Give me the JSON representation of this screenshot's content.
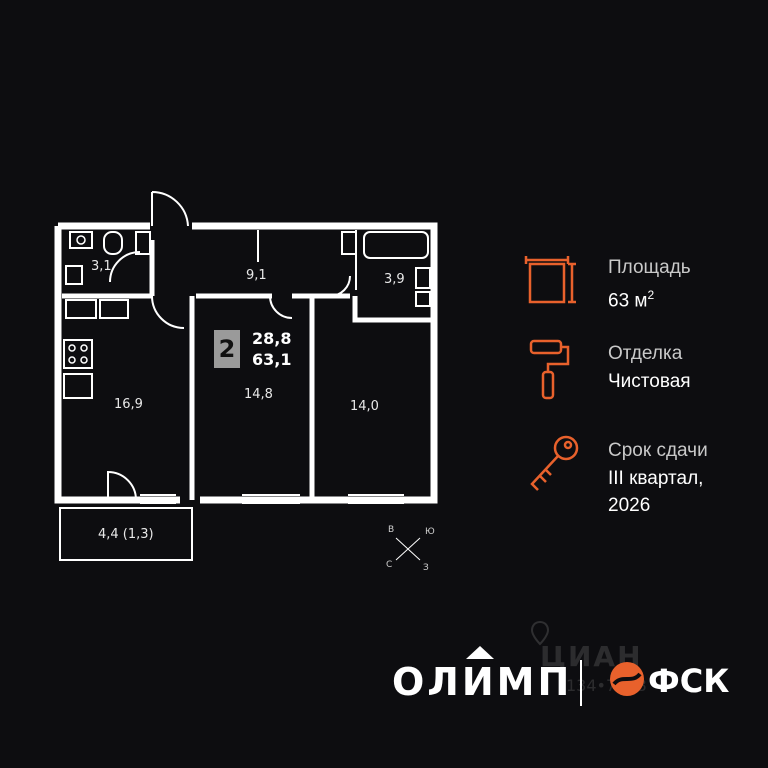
{
  "plan": {
    "rooms": [
      {
        "id": "bath-1",
        "area": "3,1"
      },
      {
        "id": "hall",
        "area": "9,1"
      },
      {
        "id": "bath-2",
        "area": "3,9"
      },
      {
        "id": "kitchen",
        "area": "16,9"
      },
      {
        "id": "bedroom-1",
        "area": "14,8"
      },
      {
        "id": "bedroom-2",
        "area": "14,0"
      },
      {
        "id": "balcony",
        "area": "4,4 (1,3)"
      }
    ],
    "badge": {
      "rooms": "2",
      "living_area": "28,8",
      "total_area": "63,1"
    },
    "compass": {
      "north": "В",
      "east": "Ю",
      "south": "З",
      "west": "С"
    }
  },
  "info": {
    "area": {
      "title": "Площадь",
      "value": "63 м",
      "unit_sup": "2",
      "icon": "area-frame-icon"
    },
    "finish": {
      "title": "Отделка",
      "value": "Чистовая",
      "icon": "paint-roller-icon"
    },
    "deadline": {
      "title": "Срок сдачи",
      "value_line1": "III квартал,",
      "value_line2": "2026",
      "icon": "key-icon"
    }
  },
  "brand": {
    "project": "ОЛИМП",
    "developer": "ФСК",
    "watermark": "ЦИАН",
    "watermark_id": "134•7748"
  },
  "colors": {
    "accent": "#e8612c",
    "background": "#0d0d10",
    "walls": "#ffffff"
  }
}
